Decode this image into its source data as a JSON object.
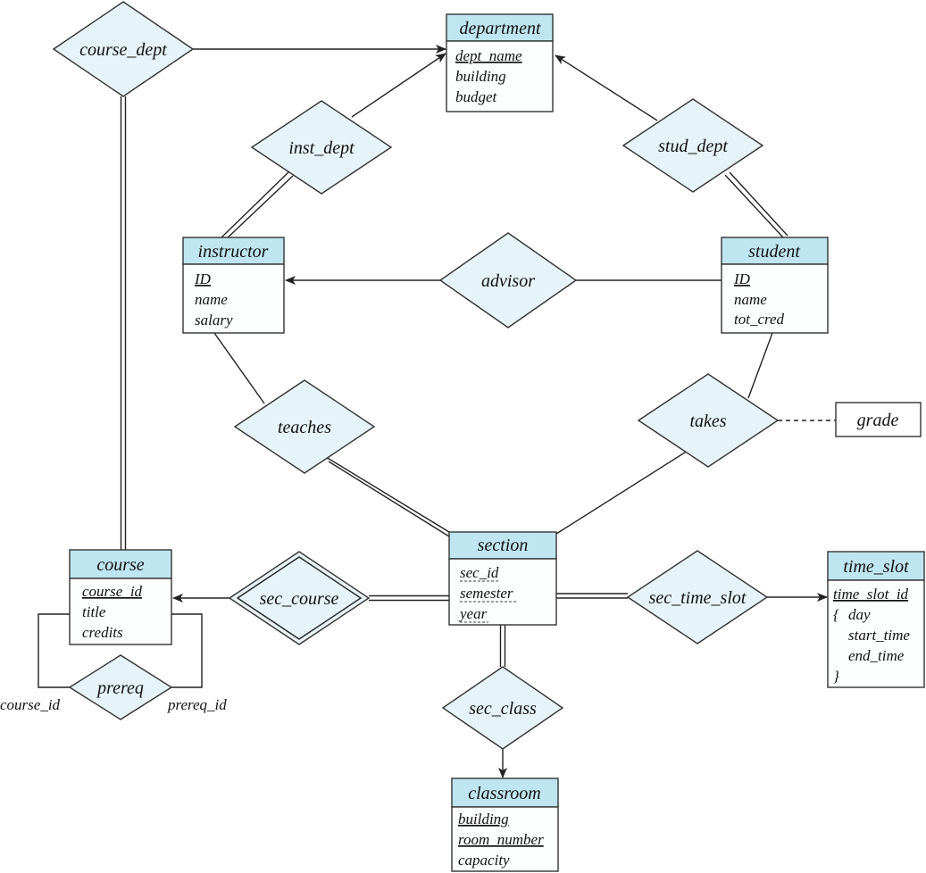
{
  "entities": {
    "department": {
      "name": "department",
      "attrs": [
        "dept_name",
        "building",
        "budget"
      ]
    },
    "instructor": {
      "name": "instructor",
      "attrs": [
        "ID",
        "name",
        "salary"
      ]
    },
    "student": {
      "name": "student",
      "attrs": [
        "ID",
        "name",
        "tot_cred"
      ]
    },
    "section": {
      "name": "section",
      "attrs": [
        "sec_id",
        "semester",
        "year"
      ]
    },
    "course": {
      "name": "course",
      "attrs": [
        "course_id",
        "title",
        "credits"
      ]
    },
    "time_slot": {
      "name": "time_slot",
      "attrs": [
        "time_slot_id",
        "{",
        "day",
        "start_time",
        "end_time",
        "}"
      ]
    },
    "classroom": {
      "name": "classroom",
      "attrs": [
        "building",
        "room_number",
        "capacity"
      ]
    }
  },
  "relationships": {
    "course_dept": "course_dept",
    "inst_dept": "inst_dept",
    "stud_dept": "stud_dept",
    "advisor": "advisor",
    "teaches": "teaches",
    "takes": "takes",
    "sec_course": "sec_course",
    "sec_time_slot": "sec_time_slot",
    "sec_class": "sec_class",
    "prereq": "prereq"
  },
  "relationship_attribute": "grade",
  "role_labels": {
    "left": "course_id",
    "right": "prereq_id"
  },
  "colors": {
    "entity_header": "#bfe6f0",
    "relationship_fill": "#e6f3f8"
  }
}
